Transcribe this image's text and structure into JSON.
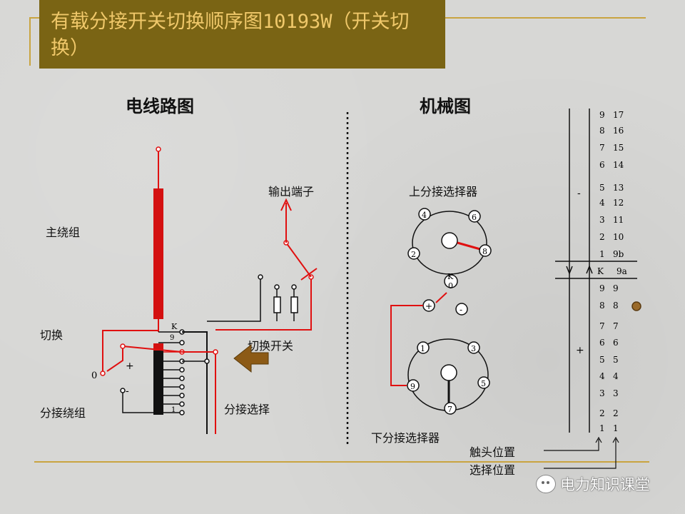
{
  "title": "有载分接开关切换顺序图10193W（开关切换）",
  "headings": {
    "circuit": "电线路图",
    "mechanical": "机械图"
  },
  "circuit": {
    "main_winding": "主绕组",
    "switching": "切换",
    "tap_winding": "分接绕组",
    "output_terminal": "输出端子",
    "diverter_switch": "切换开关",
    "tap_selection": "分接选择",
    "tap_k": "K",
    "tap_9": "9",
    "tap_1": "1",
    "plus": "+",
    "minus": "-",
    "zero": "0"
  },
  "mechanical": {
    "upper_selector": "上分接选择器",
    "lower_selector": "下分接选择器",
    "upper_numbers": [
      "4",
      "6",
      "8",
      "2"
    ],
    "upper_k": "K",
    "upper_zero": "0",
    "plus": "+",
    "minus": "-",
    "lower_numbers": [
      "1",
      "3",
      "5",
      "7",
      "9"
    ]
  },
  "position_table": {
    "rows": [
      [
        "9",
        "17"
      ],
      [
        "8",
        "16"
      ],
      [
        "7",
        "15"
      ],
      [
        "6",
        "14"
      ],
      [
        "5",
        "13"
      ],
      [
        "4",
        "12"
      ],
      [
        "3",
        "11"
      ],
      [
        "2",
        "10"
      ],
      [
        "1",
        "9b"
      ],
      [
        "K",
        "9a"
      ],
      [
        "9",
        "9"
      ],
      [
        "8",
        "8"
      ],
      [
        "7",
        "7"
      ],
      [
        "6",
        "6"
      ],
      [
        "5",
        "5"
      ],
      [
        "4",
        "4"
      ],
      [
        "3",
        "3"
      ],
      [
        "2",
        "2"
      ],
      [
        "1",
        "1"
      ]
    ],
    "minus_sign": "-",
    "plus_sign": "+",
    "contact_position": "触头位置",
    "selection_position": "选择位置"
  },
  "watermark": "电力知识课堂",
  "colors": {
    "title_bg": "#7a6414",
    "title_text": "#f0c86a",
    "wire_red": "#e01010",
    "winding_red": "#d41010",
    "arrow_brown": "#8c5a16",
    "accent_rule": "#c9a440"
  }
}
